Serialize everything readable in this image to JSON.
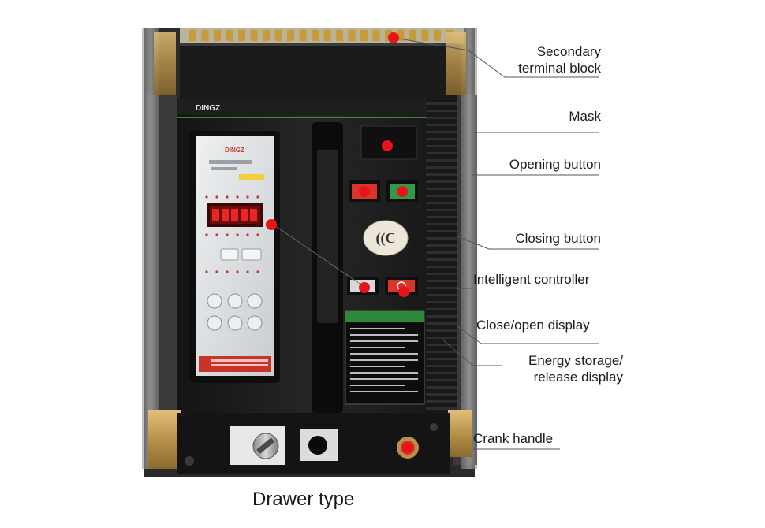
{
  "caption": "Drawer type",
  "brand": {
    "panel_brand": "DINGZ",
    "controller_brand": "DINGZ"
  },
  "labels": [
    {
      "id": "secondary-terminal-block",
      "lines": [
        "Secondary",
        "terminal block"
      ]
    },
    {
      "id": "mask",
      "lines": [
        "Mask"
      ]
    },
    {
      "id": "opening-button",
      "lines": [
        "Opening button"
      ]
    },
    {
      "id": "closing-button",
      "lines": [
        "Closing button"
      ]
    },
    {
      "id": "intelligent-controller",
      "lines": [
        "Intelligent controller"
      ]
    },
    {
      "id": "close-open-display",
      "lines": [
        "Close/open display"
      ]
    },
    {
      "id": "energy-storage-release-display",
      "lines": [
        "Energy storage/",
        "release display"
      ]
    },
    {
      "id": "crank-handle",
      "lines": [
        "Crank handle"
      ]
    }
  ],
  "colors": {
    "marker": "#e8141b",
    "body": "#1c1c1c",
    "controller_face": "#d9dde0",
    "brass": "#c9a35a",
    "open_button": "#d9362a",
    "close_button": "#2f9a48"
  }
}
